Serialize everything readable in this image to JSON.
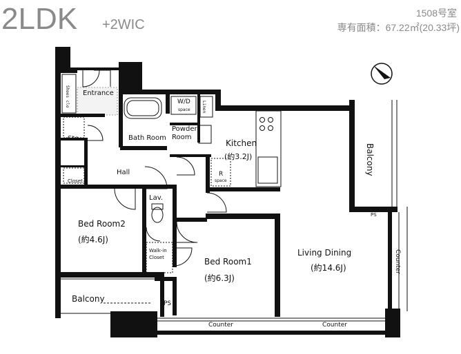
{
  "header": {
    "layout_type": "2LDK",
    "layout_extra": "+2WIC",
    "unit_number": "1508号室",
    "area_text": "専有面積：67.22㎡(20.33坪)"
  },
  "rooms": {
    "entrance": "Entrance",
    "shoes_cl": "Shoes clo",
    "wd": "W/D",
    "wd_space": "space",
    "linen": "Linen",
    "bath": "Bath Room",
    "powder_1": "Powder",
    "powder_2": "Room",
    "sto": "Sto.",
    "hall": "Hall",
    "closet": "Closet",
    "kitchen": "Kitchen",
    "kitchen_size": "(約3.2J)",
    "r_space": "R",
    "r_space_2": "space",
    "lav": "Lav.",
    "walkin_1": "Walk-in",
    "walkin_2": "Closet",
    "bedroom2": "Bed Room2",
    "bedroom2_size": "(約4.6J)",
    "bedroom1": "Bed Room1",
    "bedroom1_size": "(約6.3J)",
    "living": "Living Dining",
    "living_size": "(約14.6J)",
    "balcony_right": "Balcony",
    "balcony_left": "Balcony",
    "ps_1": "PS",
    "ps_2": "PS",
    "counter_1": "Counter",
    "counter_2": "Counter",
    "counter_3": "Counter"
  },
  "colors": {
    "wall": "#111111",
    "header_text": "#8a8a8a"
  },
  "icons": {
    "north": "north-arrow-icon"
  }
}
